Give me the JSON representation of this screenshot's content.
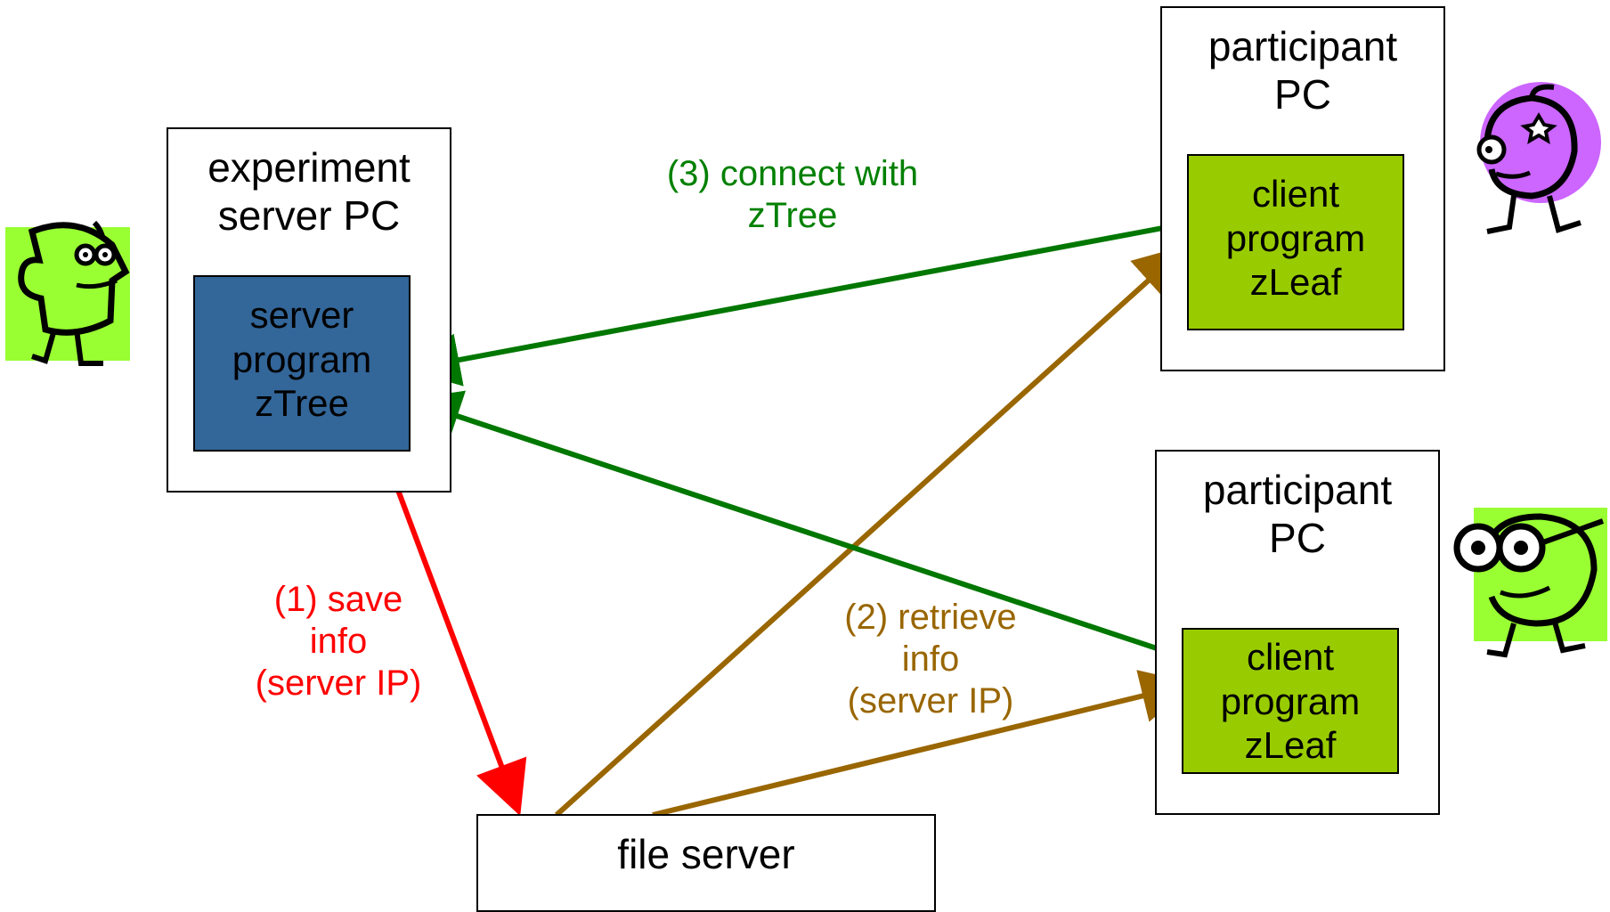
{
  "experiment_server": {
    "title_lines": [
      "experiment",
      "server PC"
    ],
    "program_lines": [
      "server",
      "program",
      "zTree"
    ],
    "program_color": "#336699"
  },
  "participant_pc_top": {
    "title_lines": [
      "participant",
      "PC"
    ],
    "program_lines": [
      "client",
      "program",
      "zLeaf"
    ],
    "program_color": "#99CC00"
  },
  "participant_pc_bottom": {
    "title_lines": [
      "participant",
      "PC"
    ],
    "program_lines": [
      "client",
      "program",
      "zLeaf"
    ],
    "program_color": "#99CC00"
  },
  "file_server": {
    "label": "file server"
  },
  "annotations": {
    "save": {
      "lines": [
        "(1) save",
        "info",
        "(server IP)"
      ],
      "color": "#FF0000"
    },
    "retrieve": {
      "lines": [
        "(2) retrieve",
        "info",
        "(server IP)"
      ],
      "color": "#996600"
    },
    "connect": {
      "lines": [
        "(3) connect with",
        "zTree"
      ],
      "color": "#008000"
    }
  },
  "arrow_colors": {
    "save": "#FF0000",
    "retrieve": "#996600",
    "connect": "#007700"
  },
  "icons": [
    "person-green-left-icon",
    "person-purple-right-icon",
    "person-goggles-right-icon"
  ]
}
